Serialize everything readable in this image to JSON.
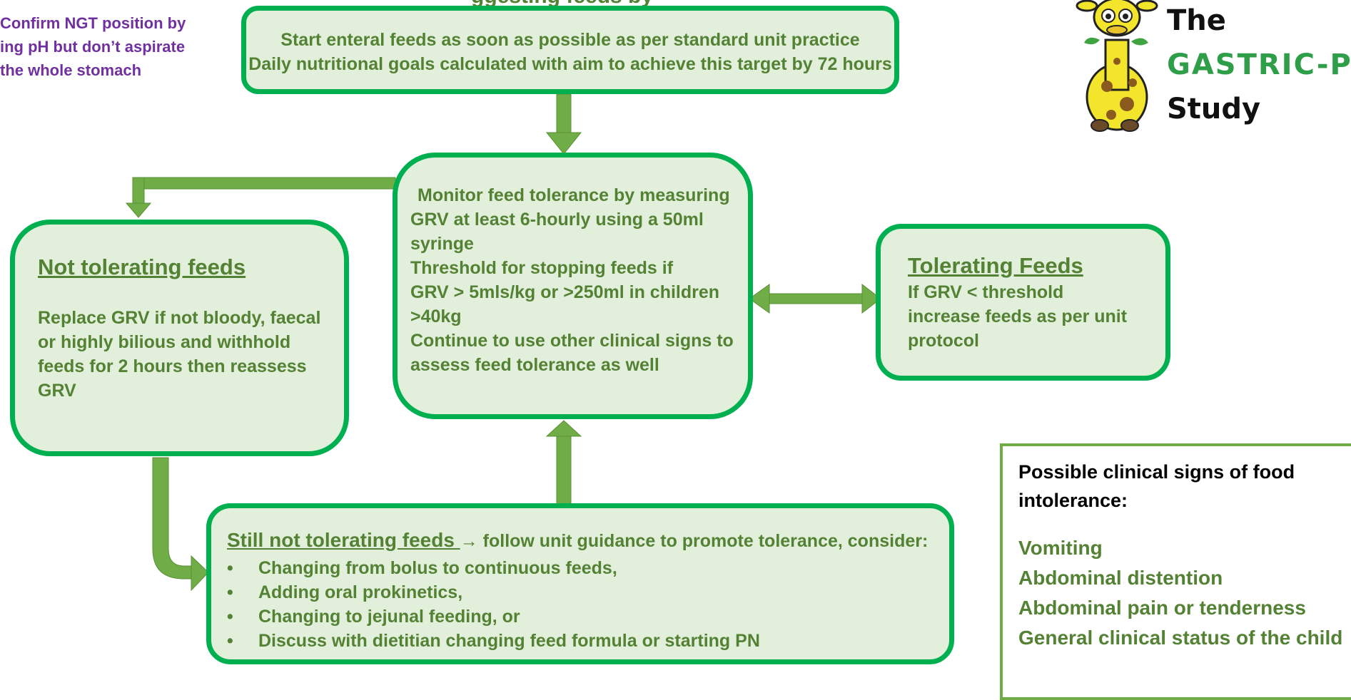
{
  "header_clipped": "ggesting feeds by",
  "purple_note": {
    "lines": [
      "Confirm NGT position by",
      "ing pH but don’t aspirate",
      "the whole stomach"
    ]
  },
  "logo": {
    "line1": "The",
    "line2": "GASTRIC-PIC",
    "line3": "Study",
    "icon": "giraffe-mascot"
  },
  "start_box": {
    "line1": "Start enteral feeds as soon as possible as per standard unit practice",
    "line2": "Daily nutritional goals calculated with aim to achieve this target by 72 hours"
  },
  "monitor_box": {
    "lines": [
      "Monitor feed tolerance by measuring",
      "GRV at least 6-hourly using a 50ml",
      "syringe",
      "Threshold for stopping feeds if",
      "GRV > 5mls/kg or >250ml in children",
      ">40kg",
      "Continue to use other clinical signs to",
      "assess feed tolerance as well"
    ]
  },
  "not_tolerating_box": {
    "title": "Not tolerating feeds",
    "lines": [
      "Replace GRV if not bloody, faecal",
      "or highly bilious and withhold",
      "feeds for 2 hours then reassess",
      "GRV"
    ]
  },
  "tolerating_box": {
    "title": "Tolerating Feeds",
    "lines": [
      "If GRV < threshold",
      "increase feeds as per unit",
      "protocol"
    ]
  },
  "still_box": {
    "title": "Still  not tolerating feeds ",
    "arrow": "→",
    "tail": " follow unit guidance to promote tolerance, consider:",
    "bullet_char": "•",
    "items": [
      "Changing from bolus to continuous feeds,",
      "Adding oral prokinetics,",
      "Changing to jejunal feeding, or",
      "Discuss with dietitian changing feed formula or starting PN"
    ]
  },
  "signs_box": {
    "heading_line1": "Possible clinical signs of food",
    "heading_line2": "intolerance:",
    "items": [
      "Vomiting",
      "Abdominal distention",
      "Abdominal pain or tenderness",
      "General clinical status of the child"
    ]
  },
  "colors": {
    "box_fill": "#e2efda",
    "box_border": "#00b050",
    "arrow": "#70ad47",
    "text": "#548235",
    "purple": "#7030a0"
  }
}
